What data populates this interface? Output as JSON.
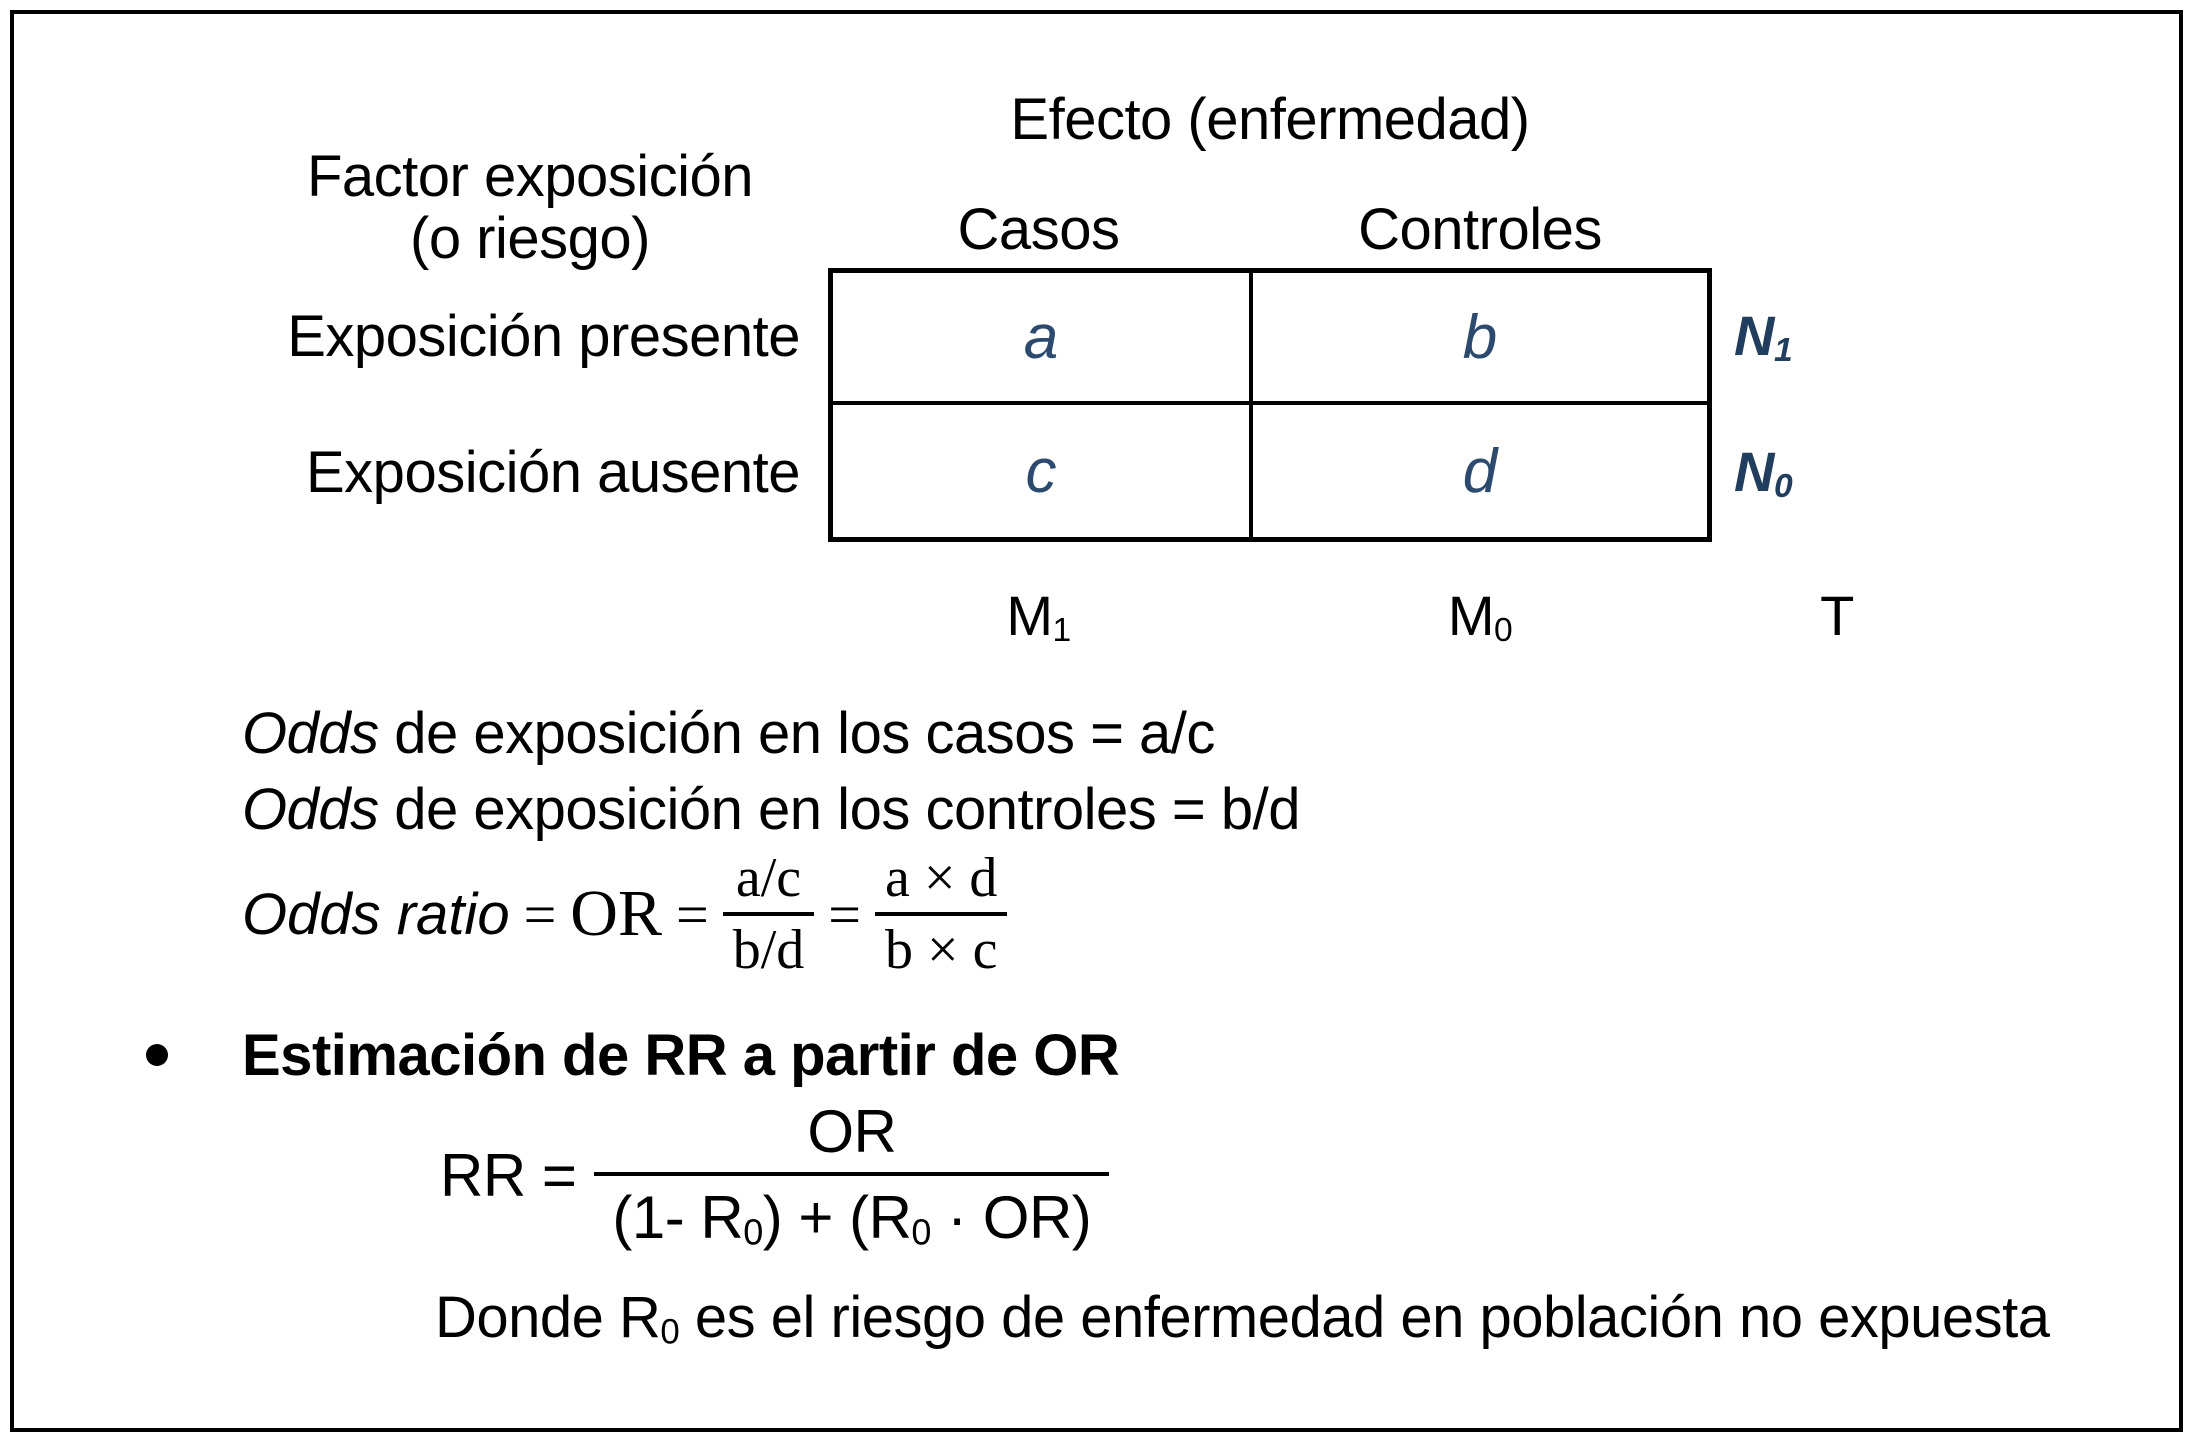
{
  "colors": {
    "cell_letter": "#2c4a6e",
    "row_total": "#213e5e",
    "ink": "#000000",
    "background": "#ffffff"
  },
  "header": {
    "efecto": "Efecto (enfermedad)",
    "factor_line1": "Factor exposición",
    "factor_line2": "(o riesgo)",
    "casos": "Casos",
    "controles": "Controles"
  },
  "table": {
    "row1": {
      "label": "Exposición presente",
      "caso": "a",
      "control": "b",
      "total_base": "N",
      "total_sub": "1"
    },
    "row2": {
      "label": "Exposición ausente",
      "caso": "c",
      "control": "d",
      "total_base": "N",
      "total_sub": "0"
    },
    "totals": {
      "m1_base": "M",
      "m1_sub": "1",
      "m0_base": "M",
      "m0_sub": "0",
      "grand": "T"
    }
  },
  "odds": {
    "line1_lead": "Odds",
    "line1_rest": " de exposición en los casos = a/c",
    "line2_lead": "Odds",
    "line2_rest": " de exposición en los controles = b/d"
  },
  "odds_ratio": {
    "lead": "Odds ratio",
    "eq": "=",
    "or": "OR",
    "frac1_num": "a/c",
    "frac1_den": "b/d",
    "frac2_num": "a × d",
    "frac2_den": "b × c"
  },
  "estimation": {
    "heading": "Estimación de RR a partir de OR",
    "rr_lhs": "RR =",
    "rr_num": "OR",
    "den_p1": "(1- R",
    "den_sub1": "0",
    "den_p2": ") + (R",
    "den_sub2": "0",
    "den_p3": " · OR)"
  },
  "note": {
    "p1": "Donde R",
    "sub": "0",
    "p2": " es el riesgo de enfermedad en población no expuesta"
  }
}
